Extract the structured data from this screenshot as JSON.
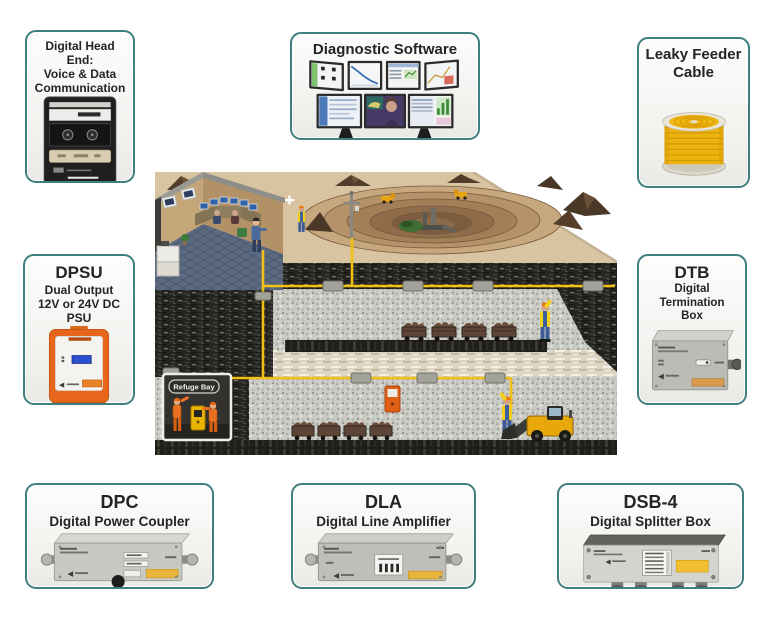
{
  "theme": {
    "card_border": "#3f7f7f",
    "cable_yellow": "#f2c012",
    "surface_tan": "#d9c4a1",
    "text_color": "#262322"
  },
  "cards": {
    "head_end": {
      "line1": "Digital Head End:",
      "line2": "Voice & Data",
      "line3": "Communication"
    },
    "diagnostic": {
      "title": "Diagnostic Software"
    },
    "leaky_feeder": {
      "line1": "Leaky Feeder",
      "line2": "Cable"
    },
    "dpsu": {
      "title": "DPSU",
      "line1": "Dual Output",
      "line2": "12V or 24V DC PSU"
    },
    "dtb": {
      "title": "DTB",
      "line1": "Digital Termination",
      "line2": "Box"
    },
    "dpc": {
      "title": "DPC",
      "line1": "Digital Power Coupler"
    },
    "dla": {
      "title": "DLA",
      "line1": "Digital Line Amplifier"
    },
    "dsb4": {
      "title": "DSB-4",
      "line1": "Digital Splitter Box"
    }
  },
  "mine_scene": {
    "refuge_bay_label": "Refuge Bay"
  }
}
